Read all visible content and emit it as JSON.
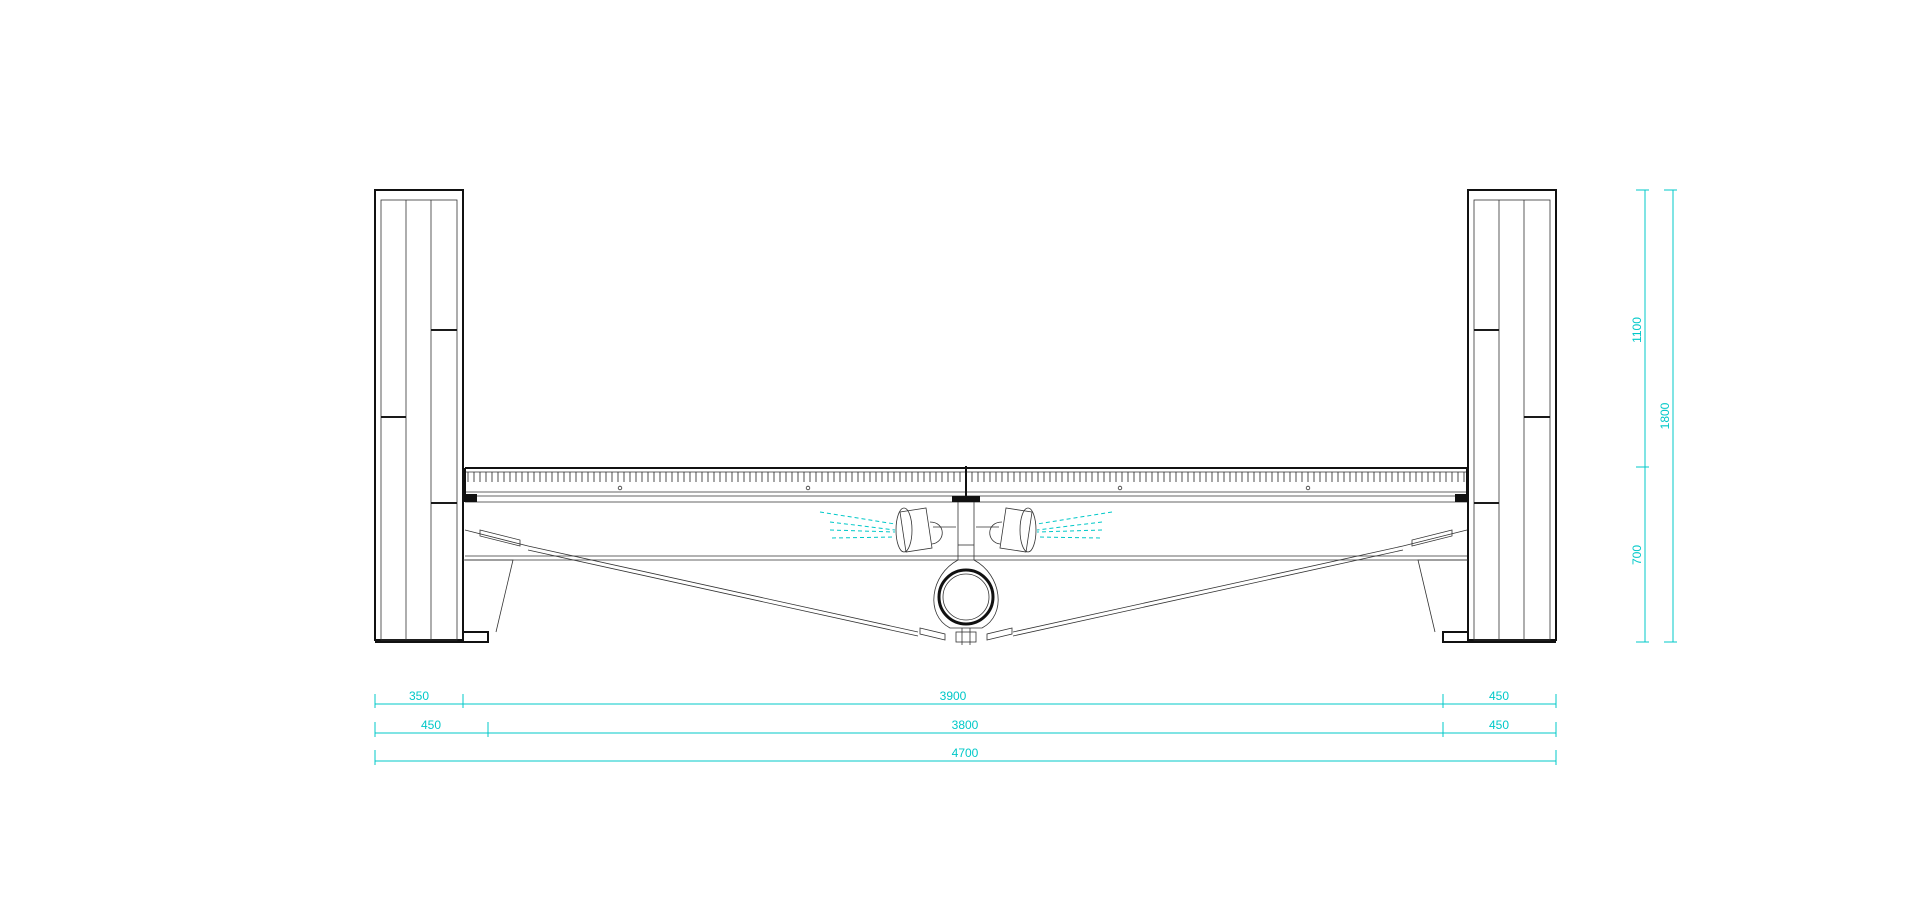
{
  "colors": {
    "line": "#1a1a1a",
    "dimension": "#00c8c8",
    "background": "#ffffff"
  },
  "dimensions": {
    "row1": [
      "350",
      "3900",
      "450"
    ],
    "row2": [
      "450",
      "3800",
      "450"
    ],
    "row3": [
      "4700"
    ],
    "vertical_inner": [
      "1100",
      "700"
    ],
    "vertical_outer": [
      "1800"
    ]
  }
}
